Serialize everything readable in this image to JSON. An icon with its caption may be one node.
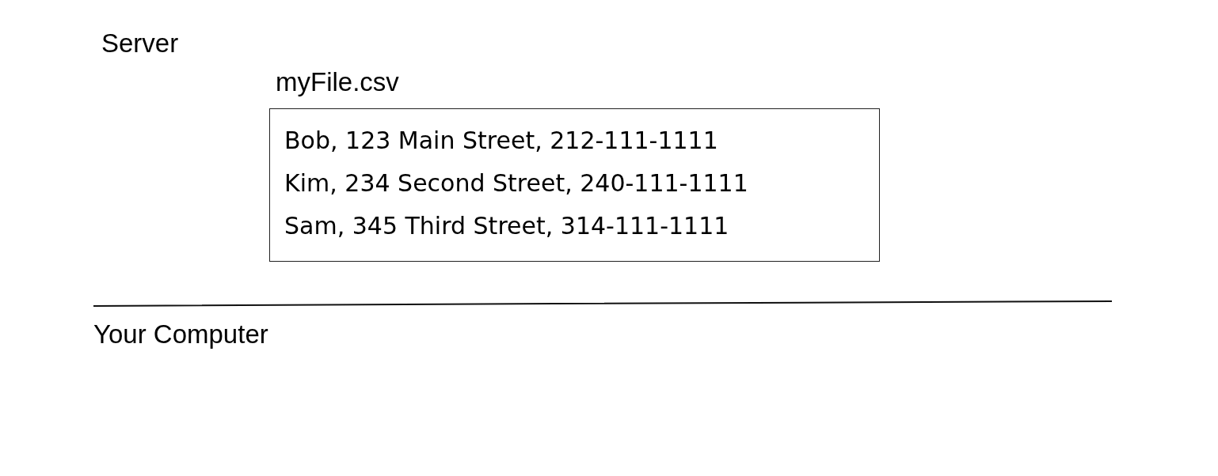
{
  "diagram": {
    "nodes": [
      {
        "text": [
          "myFile.csv",
          "Bob, 123 Main Street, 212-111-1111",
          "Kim, 234 Second Street, 240-111-1111",
          "Sam, 345 Third Street, 314-111-1111"
        ]
      }
    ],
    "labels": [
      "Server",
      "Your Computer"
    ]
  }
}
